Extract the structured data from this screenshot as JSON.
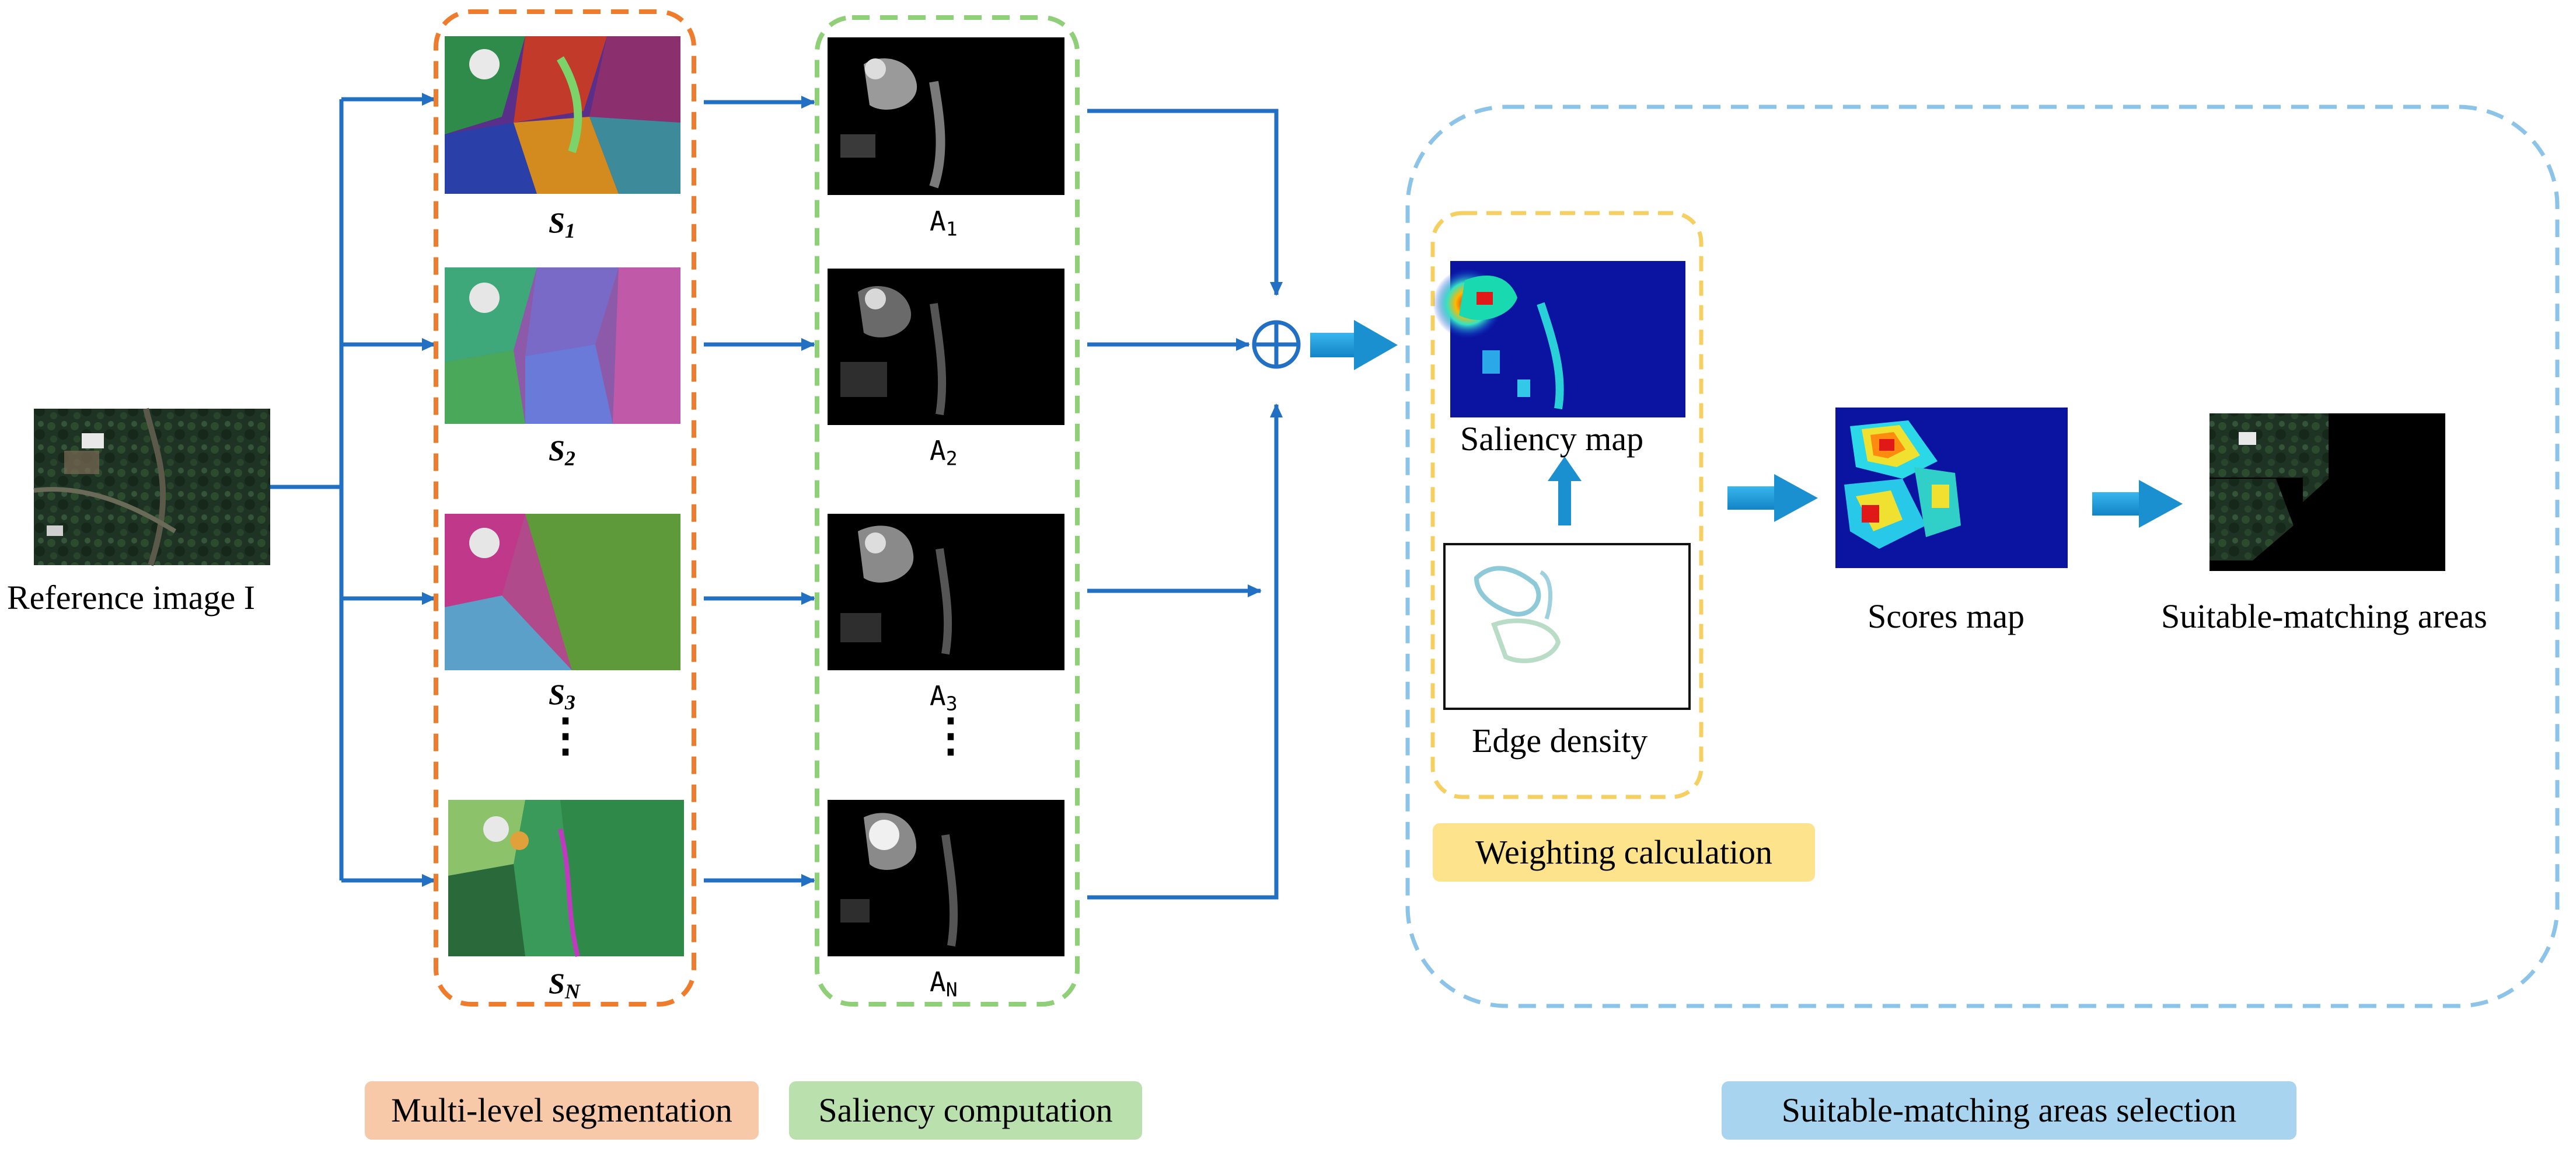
{
  "reference": {
    "label": "Reference image I"
  },
  "segmentation": {
    "items": [
      {
        "letter": "S",
        "sub": "1"
      },
      {
        "letter": "S",
        "sub": "2"
      },
      {
        "letter": "S",
        "sub": "3"
      },
      {
        "letter": "S",
        "sub": "N"
      }
    ],
    "ellipsis": "⋮",
    "stage_label": "Multi-level segmentation"
  },
  "saliency": {
    "items": [
      {
        "letter": "A",
        "sub": "1"
      },
      {
        "letter": "A",
        "sub": "2"
      },
      {
        "letter": "A",
        "sub": "3"
      },
      {
        "letter": "A",
        "sub": "N"
      }
    ],
    "ellipsis": "⋮",
    "stage_label": "Saliency computation"
  },
  "operator": {
    "symbol": "⊕"
  },
  "selection": {
    "saliency_map_label": "Saliency map",
    "edge_density_label": "Edge density",
    "weighting_label": "Weighting calculation",
    "scores_map_label": "Scores map",
    "suitable_label": "Suitable-matching areas",
    "stage_label": "Suitable-matching areas selection"
  },
  "colors": {
    "arrow": "#2270c4",
    "thick_arrow": "#1f9ad6",
    "seg_border": "#ef7c2c",
    "sal_border": "#8fcf78",
    "sel_border": "#8cc3e8",
    "weight_border": "#f5d060",
    "seg_tag_bg": "#f8c9a8",
    "sal_tag_bg": "#b9e0ad",
    "weight_tag_bg": "#fde38c",
    "sel_tag_bg": "#a9d4ef"
  }
}
